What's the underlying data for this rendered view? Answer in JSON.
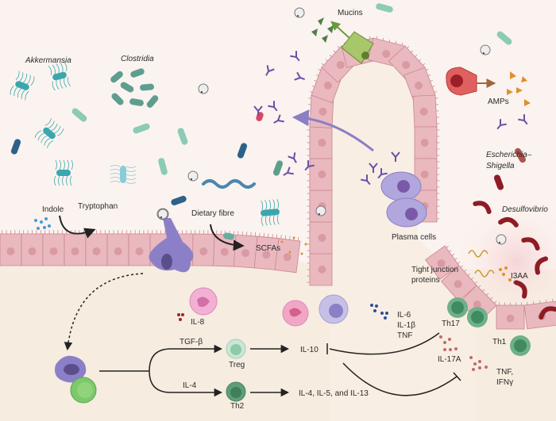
{
  "diagram": {
    "type": "gut-microbiota-immune-interaction",
    "labels": {
      "akkermansia": "Akkermansia",
      "clostridia": "Clostridia",
      "mucins": "Mucins",
      "amps": "AMPs",
      "escherichia_1": "Escherichia–",
      "escherichia_2": "Shigella",
      "desulfovibrio": "Desulfovibrio",
      "indole": "Indole",
      "tryptophan": "Tryptophan",
      "dietary_fibre": "Dietary fibre",
      "scfas": "SCFAs",
      "plasma_cells": "Plasma cells",
      "tight_junction_1": "Tight junction",
      "tight_junction_2": "proteins",
      "i3aa": "I3AA",
      "il8": "IL-8",
      "il6": "IL-6",
      "il1b": "IL-1β",
      "tnf": "TNF",
      "tgfb": "TGF-β",
      "il4": "IL-4",
      "treg": "Treg",
      "th2": "Th2",
      "il10": "IL-10",
      "il4513": "IL-4, IL-5, and IL-13",
      "th17": "Th17",
      "il17a": "IL-17A",
      "th1": "Th1",
      "tnf2": "TNF,",
      "ifng": "IFNγ"
    },
    "colors": {
      "background": "#fbf3ef",
      "lamina": "#f6ece0",
      "epithelium": "#e9b9bf",
      "epithelium_edge": "#c98690",
      "nucleus": "#d99aa3",
      "teal": "#3aa7ad",
      "sage": "#5d9e8f",
      "mint": "#8ccbb5",
      "navy": "#2e6188",
      "purple": "#8b7fc4",
      "antibody": "#6a4fa8",
      "green_cell": "#4f9a6e",
      "red_bacteria": "#8e1c25",
      "amp": "#e0902a",
      "arrow": "#222222"
    }
  }
}
